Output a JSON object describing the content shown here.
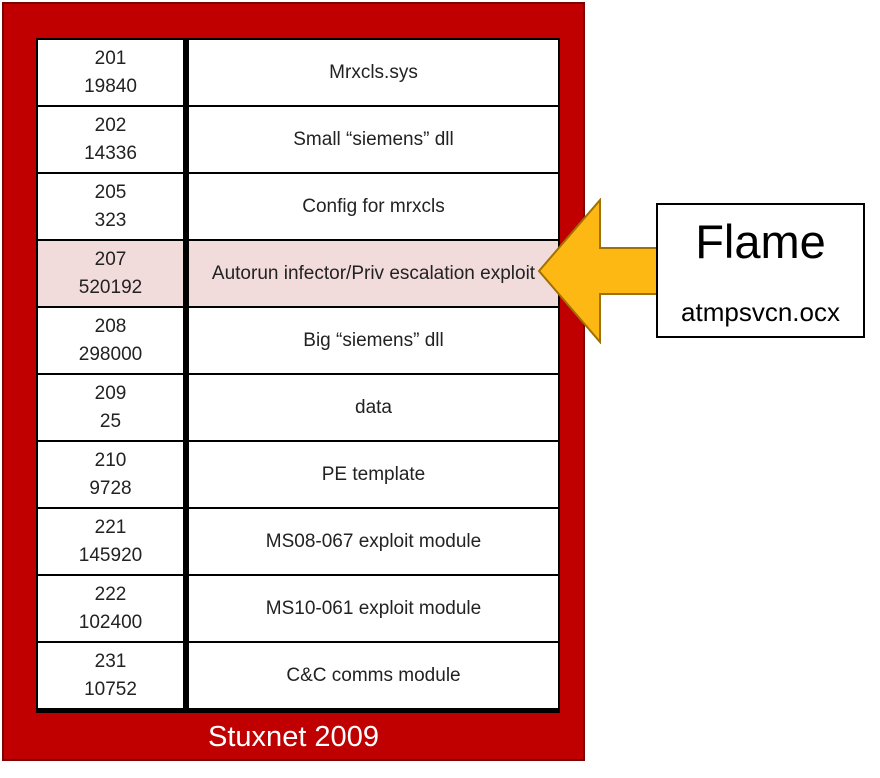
{
  "stuxnet": {
    "caption": "Stuxnet 2009",
    "frame_color": "#c00000",
    "highlight_color": "#f2dcdb",
    "resources": [
      {
        "id": "201",
        "size": "19840",
        "description": "Mrxcls.sys",
        "highlighted": false
      },
      {
        "id": "202",
        "size": "14336",
        "description": "Small “siemens” dll",
        "highlighted": false
      },
      {
        "id": "205",
        "size": "323",
        "description": "Config for mrxcls",
        "highlighted": false
      },
      {
        "id": "207",
        "size": "520192",
        "description": "Autorun infector/Priv escalation exploit",
        "highlighted": true
      },
      {
        "id": "208",
        "size": "298000",
        "description": "Big “siemens” dll",
        "highlighted": false
      },
      {
        "id": "209",
        "size": "25",
        "description": "data",
        "highlighted": false
      },
      {
        "id": "210",
        "size": "9728",
        "description": "PE template",
        "highlighted": false
      },
      {
        "id": "221",
        "size": "145920",
        "description": "MS08-067 exploit module",
        "highlighted": false
      },
      {
        "id": "222",
        "size": "102400",
        "description": "MS10-061 exploit module",
        "highlighted": false
      },
      {
        "id": "231",
        "size": "10752",
        "description": "C&C comms module",
        "highlighted": false
      }
    ]
  },
  "flame": {
    "title": "Flame",
    "file": "atmpsvcn.ocx",
    "arrow_color": "#fdb813",
    "arrow_outline": "#a07000",
    "points_to_resource": "207"
  }
}
